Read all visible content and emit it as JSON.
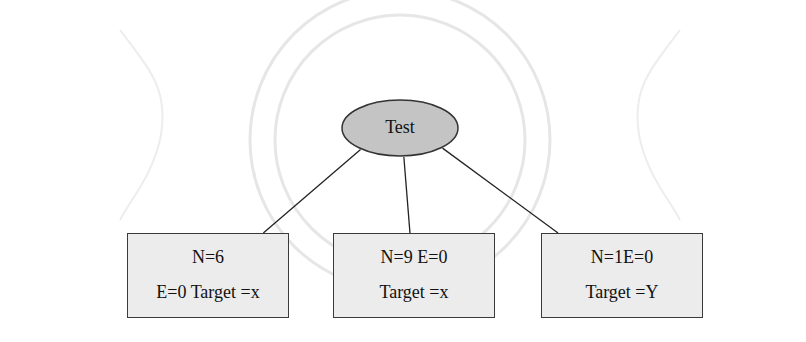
{
  "diagram": {
    "nodes": [
      {
        "text": [
          "Test"
        ]
      },
      {
        "text": [
          "N=6",
          "E=0 Target =x"
        ]
      },
      {
        "text": [
          "N=9 E=0",
          "Target =x"
        ]
      },
      {
        "text": [
          "N=1E=0",
          "Target =Y"
        ]
      }
    ],
    "edges": [
      {
        "from": 0,
        "to": 1,
        "arrow": "none"
      },
      {
        "from": 0,
        "to": 2,
        "arrow": "none"
      },
      {
        "from": 0,
        "to": 3,
        "arrow": "none"
      }
    ]
  }
}
